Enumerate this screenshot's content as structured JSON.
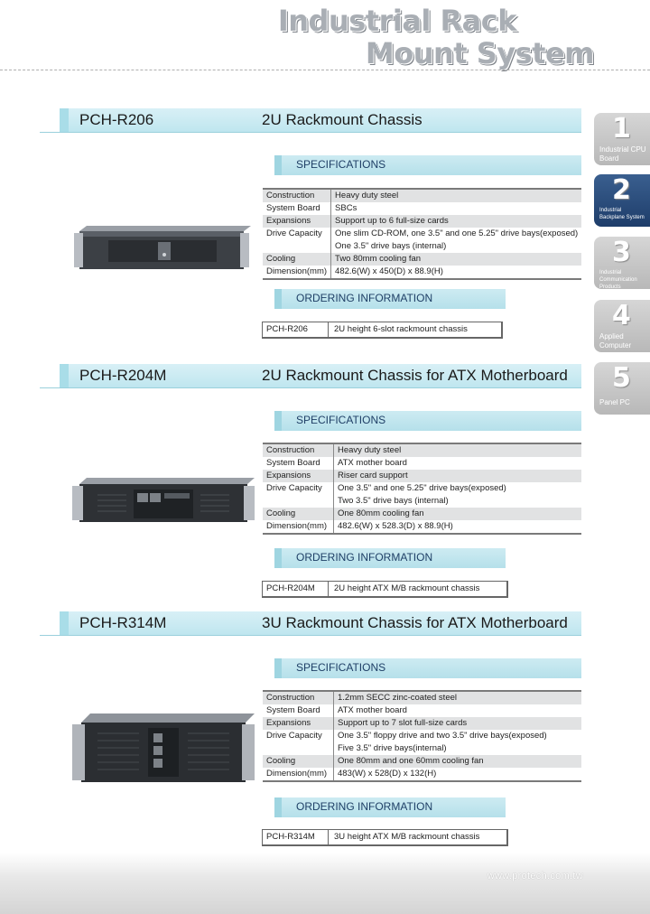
{
  "header": {
    "title_line1": "Industrial Rack",
    "title_line2": "Mount System"
  },
  "side_tabs": [
    {
      "num": "1",
      "label": "Industrial CPU Board"
    },
    {
      "num": "2",
      "label": "Industrial Backplane System"
    },
    {
      "num": "3",
      "label": "Industrial Communication Products"
    },
    {
      "num": "4",
      "label": "Applied Computer"
    },
    {
      "num": "5",
      "label": "Panel PC"
    }
  ],
  "products": [
    {
      "model": "PCH-R206",
      "desc": "2U Rackmount Chassis",
      "spec_title": "SPECIFICATIONS",
      "specs": {
        "construction": {
          "k": "Construction",
          "v": "Heavy duty steel"
        },
        "board": {
          "k": "System Board",
          "v": "SBCs"
        },
        "expansions": {
          "k": "Expansions",
          "v": "Support up to 6 full-size cards"
        },
        "drive": {
          "k": "Drive Capacity",
          "v": "One slim CD-ROM, one 3.5\" and one 5.25\" drive bays(exposed)",
          "v2": "One 3.5\" drive bays (internal)"
        },
        "cooling": {
          "k": "Cooling",
          "v": "Two 80mm cooling fan"
        },
        "dimension": {
          "k": "Dimension(mm)",
          "v": "482.6(W) x 450(D) x 88.9(H)"
        }
      },
      "order_title": "ORDERING INFORMATION",
      "order": {
        "model": "PCH-R206",
        "desc": "2U height 6-slot rackmount chassis"
      }
    },
    {
      "model": "PCH-R204M",
      "desc": "2U Rackmount Chassis for ATX Motherboard",
      "spec_title": "SPECIFICATIONS",
      "specs": {
        "construction": {
          "k": "Construction",
          "v": "Heavy duty steel"
        },
        "board": {
          "k": "System Board",
          "v": "ATX mother board"
        },
        "expansions": {
          "k": "Expansions",
          "v": "Riser card support"
        },
        "drive": {
          "k": "Drive Capacity",
          "v": "One 3.5\" and one 5.25\" drive bays(exposed)",
          "v2": "Two 3.5\" drive bays (internal)"
        },
        "cooling": {
          "k": "Cooling",
          "v": "One 80mm cooling fan"
        },
        "dimension": {
          "k": "Dimension(mm)",
          "v": "482.6(W) x 528.3(D) x 88.9(H)"
        }
      },
      "order_title": "ORDERING INFORMATION",
      "order": {
        "model": "PCH-R204M",
        "desc": "2U height ATX M/B rackmount chassis"
      }
    },
    {
      "model": "PCH-R314M",
      "desc": "3U Rackmount Chassis for ATX Motherboard",
      "spec_title": "SPECIFICATIONS",
      "specs": {
        "construction": {
          "k": "Construction",
          "v": "1.2mm SECC zinc-coated steel"
        },
        "board": {
          "k": "System Board",
          "v": "ATX mother board"
        },
        "expansions": {
          "k": "Expansions",
          "v": "Support up to 7 slot full-size cards"
        },
        "drive": {
          "k": "Drive Capacity",
          "v": "One 3.5\" floppy drive and two 3.5\" drive bays(exposed)",
          "v2": "Five 3.5\" drive bays(internal)"
        },
        "cooling": {
          "k": "Cooling",
          "v": "One 80mm and one 60mm cooling fan"
        },
        "dimension": {
          "k": "Dimension(mm)",
          "v": "483(W) x 528(D) x 132(H)"
        }
      },
      "order_title": "ORDERING INFORMATION",
      "order": {
        "model": "PCH-R314M",
        "desc": "3U height ATX M/B rackmount chassis"
      }
    }
  ],
  "footer": {
    "url": "www.protech.com.tw"
  }
}
